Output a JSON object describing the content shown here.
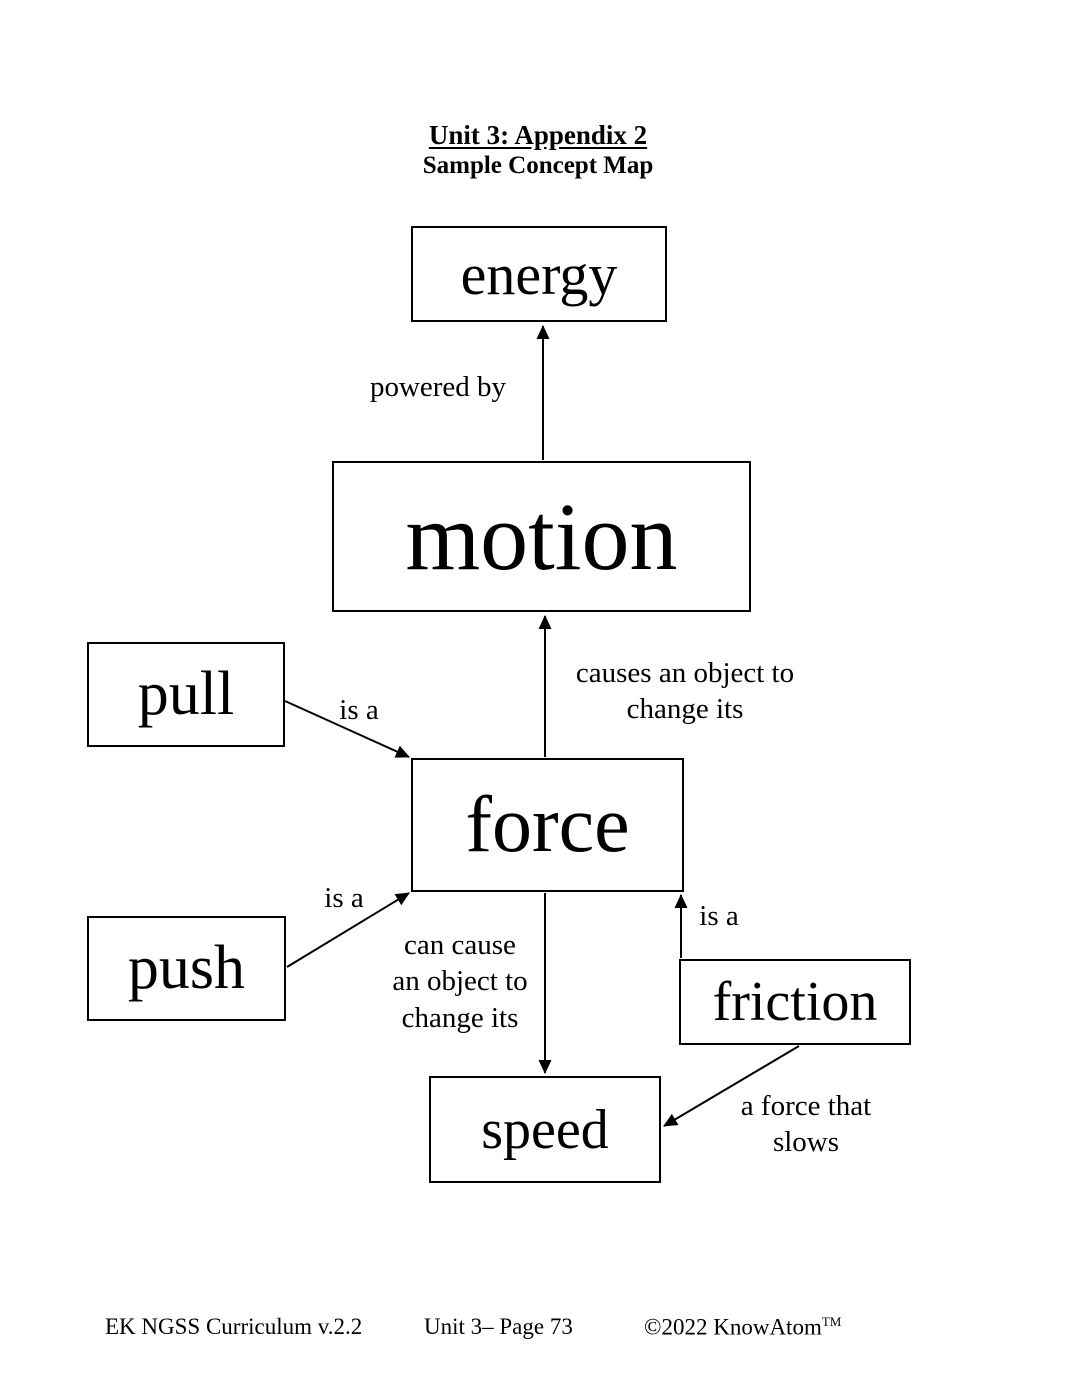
{
  "header": {
    "title": "Unit 3: Appendix 2",
    "subtitle": "Sample Concept Map"
  },
  "concept_map": {
    "nodes": [
      {
        "id": "energy",
        "label": "energy"
      },
      {
        "id": "motion",
        "label": "motion"
      },
      {
        "id": "pull",
        "label": "pull"
      },
      {
        "id": "force",
        "label": "force"
      },
      {
        "id": "push",
        "label": "push"
      },
      {
        "id": "friction",
        "label": "friction"
      },
      {
        "id": "speed",
        "label": "speed"
      }
    ],
    "edges": [
      {
        "from": "motion",
        "to": "energy",
        "label": "powered by"
      },
      {
        "from": "force",
        "to": "motion",
        "label": "causes an object to\nchange its"
      },
      {
        "from": "pull",
        "to": "force",
        "label": "is a"
      },
      {
        "from": "push",
        "to": "force",
        "label": "is a"
      },
      {
        "from": "friction",
        "to": "force",
        "label": "is a"
      },
      {
        "from": "force",
        "to": "speed",
        "label": "can cause\nan object to\nchange its"
      },
      {
        "from": "friction",
        "to": "speed",
        "label": "a force that\nslows"
      }
    ]
  },
  "footer": {
    "left": "EK NGSS Curriculum v.2.2",
    "center": "Unit 3– Page 73",
    "right": "©2022 KnowAtom",
    "right_tm": "TM"
  },
  "colors": {
    "background": "#ffffff",
    "ink": "#000000"
  }
}
